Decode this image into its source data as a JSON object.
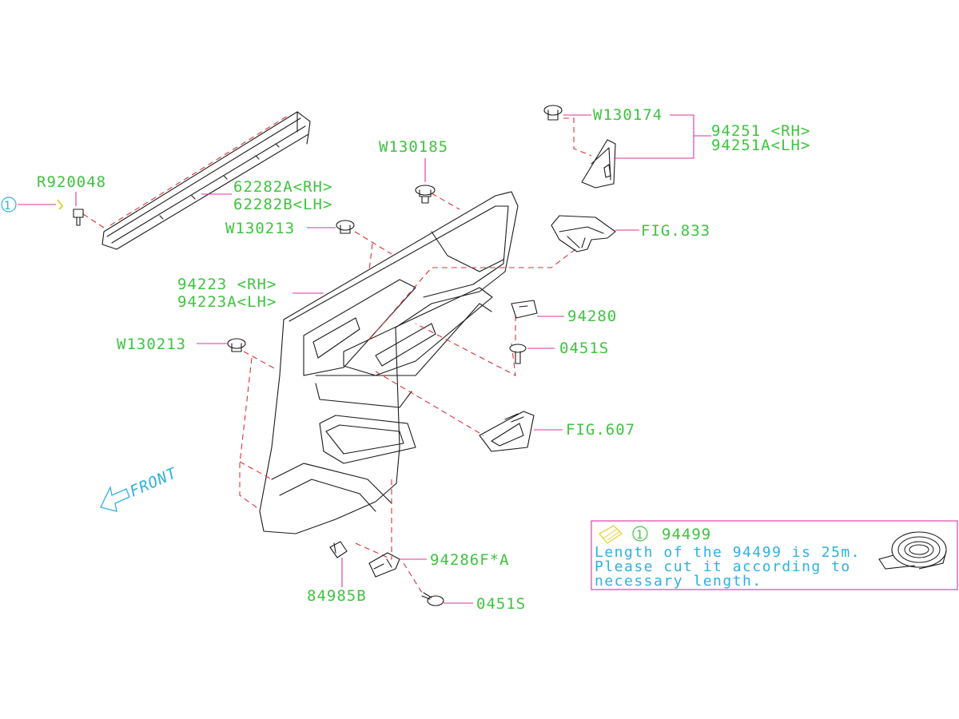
{
  "labels": {
    "r920048": "R920048",
    "p62282a": "62282A<RH>",
    "p62282b": "62282B<LH>",
    "w130213_top": "W130213",
    "w130185": "W130185",
    "w130174": "W130174",
    "p94251": "94251 <RH>",
    "p94251a": "94251A<LH>",
    "fig833": "FIG.833",
    "p94223": "94223 <RH>",
    "p94223a": "94223A<LH>",
    "p94280": "94280",
    "p0451s_upper": "0451S",
    "w130213_bottom": "W130213",
    "fig607": "FIG.607",
    "p94286f": "94286F*A",
    "p84985b": "84985B",
    "p0451s_lower": "0451S",
    "front": "FRONT",
    "callout_num": "1"
  },
  "note": {
    "ref_num": "1",
    "part": "94499",
    "line1": "Length of the 94499 is 25m.",
    "line2": "Please cut it according to",
    "line3": "necessary length."
  },
  "colors": {
    "label_green": "#3ec43e",
    "label_blue": "#2fb0e0",
    "leader_magenta": "#e0309f",
    "dash_red": "#e03030",
    "tape_yellow": "#e8d23a"
  }
}
